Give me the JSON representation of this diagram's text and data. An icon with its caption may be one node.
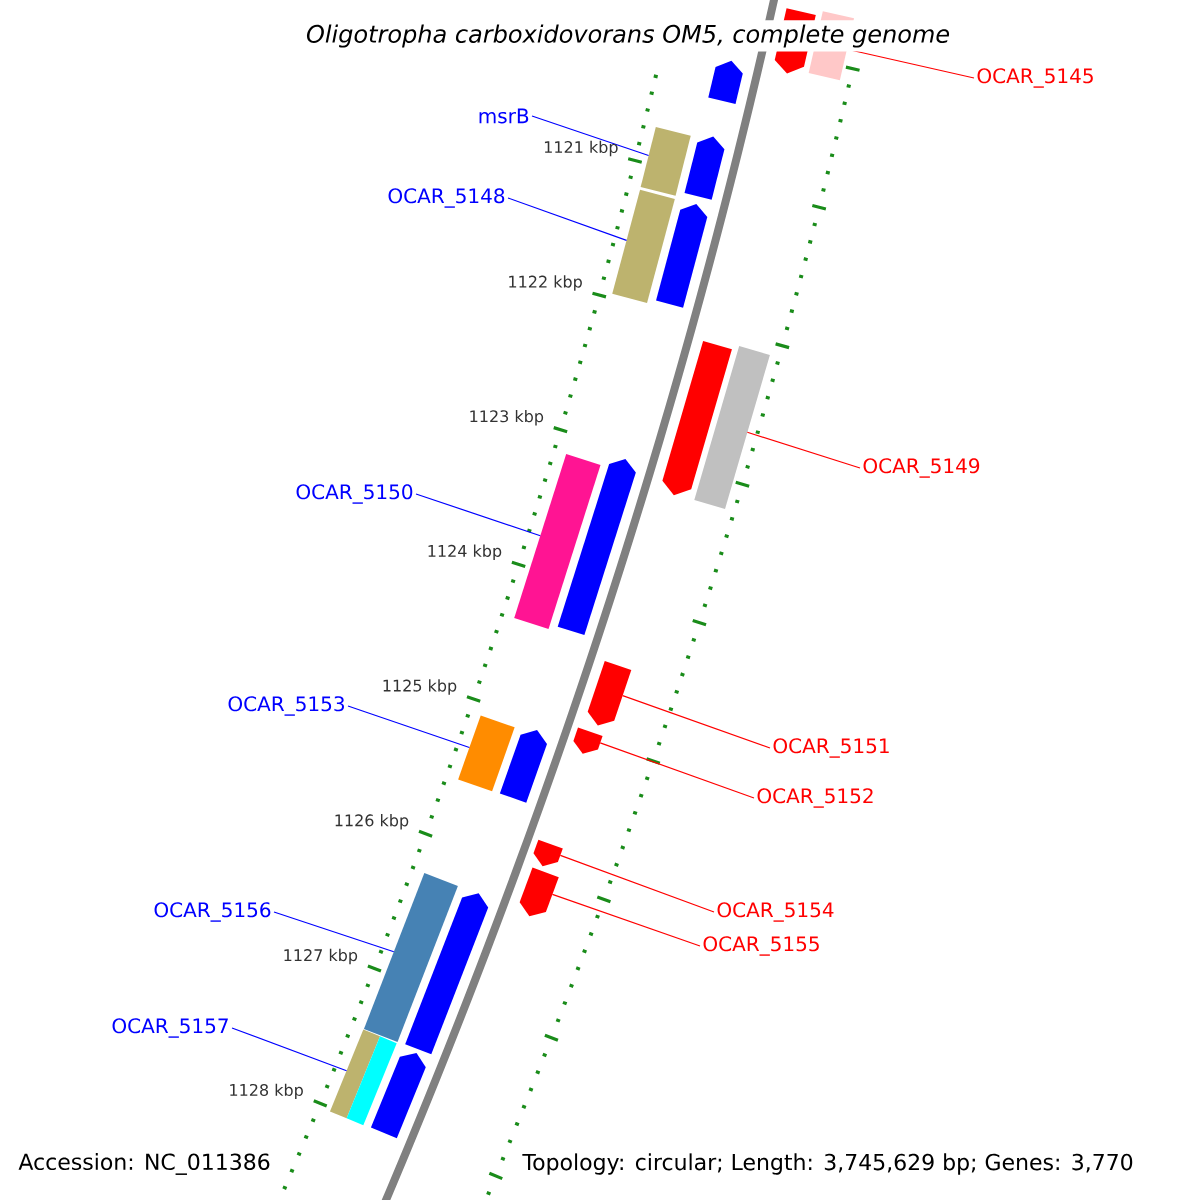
{
  "diagram": {
    "title": "Oligotropha carboxidovorans OM5, complete genome",
    "nodes": [
      {
        "text": [
          "OCAR_5145"
        ]
      },
      {
        "text": [
          "msrB"
        ]
      },
      {
        "text": [
          "OCAR_5148"
        ]
      },
      {
        "text": [
          "OCAR_5149"
        ]
      },
      {
        "text": [
          "OCAR_5150"
        ]
      },
      {
        "text": [
          "OCAR_5153"
        ]
      },
      {
        "text": [
          "OCAR_5151"
        ]
      },
      {
        "text": [
          "OCAR_5152"
        ]
      },
      {
        "text": [
          "OCAR_5156"
        ]
      },
      {
        "text": [
          "OCAR_5154"
        ]
      },
      {
        "text": [
          "OCAR_5155"
        ]
      },
      {
        "text": [
          "OCAR_5157"
        ]
      },
      {
        "text": [],
        "shape": "arrow"
      },
      {
        "text": [],
        "shape": "bar"
      },
      {
        "text": [],
        "shape": "arrow"
      },
      {
        "text": [],
        "shape": "bar"
      },
      {
        "text": [],
        "shape": "arrow"
      },
      {
        "text": [],
        "shape": "bar"
      },
      {
        "text": [],
        "shape": "arrow"
      },
      {
        "text": [],
        "shape": "arrow"
      },
      {
        "text": [],
        "shape": "bar"
      },
      {
        "text": [],
        "shape": "bar"
      },
      {
        "text": [],
        "shape": "arrow"
      },
      {
        "text": [],
        "shape": "arrow"
      },
      {
        "text": [],
        "shape": "arrow"
      },
      {
        "text": [],
        "shape": "bar"
      },
      {
        "text": [],
        "shape": "arrow"
      },
      {
        "text": [],
        "shape": "arrow"
      },
      {
        "text": [],
        "shape": "arrow"
      },
      {
        "text": [],
        "shape": "bar"
      },
      {
        "text": [],
        "shape": "arrow"
      },
      {
        "text": [],
        "shape": "bar"
      },
      {
        "text": [],
        "shape": "bar"
      },
      {
        "text": [],
        "shape": "arrow"
      }
    ],
    "edges": [
      {
        "from": 0,
        "to": 13,
        "arrow": "none",
        "color": "#ff0000"
      },
      {
        "from": 1,
        "to": 15,
        "arrow": "none",
        "color": "#0000ff"
      },
      {
        "from": 2,
        "to": 17,
        "arrow": "none",
        "color": "#0000ff"
      },
      {
        "from": 3,
        "to": 20,
        "arrow": "none",
        "color": "#ff0000"
      },
      {
        "from": 4,
        "to": 21,
        "arrow": "none",
        "color": "#0000ff"
      },
      {
        "from": 5,
        "to": 25,
        "arrow": "none",
        "color": "#0000ff"
      },
      {
        "from": 6,
        "to": 23,
        "arrow": "none",
        "color": "#ff0000"
      },
      {
        "from": 7,
        "to": 24,
        "arrow": "none",
        "color": "#ff0000"
      },
      {
        "from": 8,
        "to": 29,
        "arrow": "none",
        "color": "#0000ff"
      },
      {
        "from": 9,
        "to": 27,
        "arrow": "none",
        "color": "#ff0000"
      },
      {
        "from": 10,
        "to": 28,
        "arrow": "none",
        "color": "#ff0000"
      },
      {
        "from": 11,
        "to": 31,
        "arrow": "none",
        "color": "#0000ff"
      }
    ],
    "labels": [
      "1121 kbp",
      "1122 kbp",
      "1123 kbp",
      "1124 kbp",
      "1125 kbp",
      "1126 kbp",
      "1127 kbp",
      "1128 kbp",
      "Accession: NC_011386",
      "Topology: circular; Length: 3,745,629 bp; Genes: 3,770"
    ]
  }
}
